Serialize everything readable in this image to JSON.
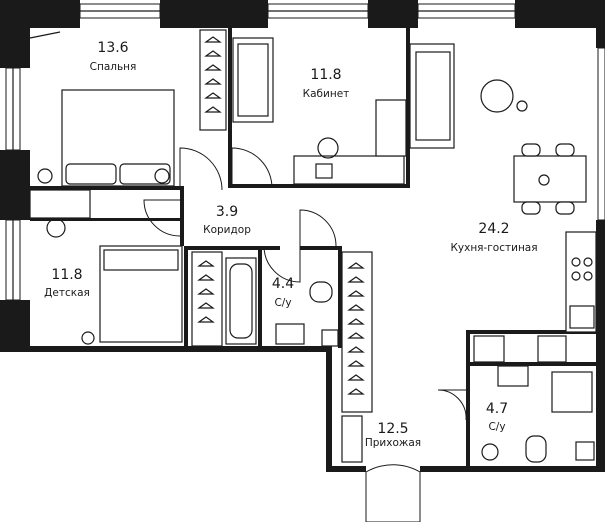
{
  "rooms": {
    "bedroom": {
      "area": "13.6",
      "name": "Спальня"
    },
    "study": {
      "area": "11.8",
      "name": "Кабинет"
    },
    "corridor": {
      "area": "3.9",
      "name": "Коридор"
    },
    "living": {
      "area": "24.2",
      "name": "Кухня-гостиная"
    },
    "kids": {
      "area": "11.8",
      "name": "Детская"
    },
    "bath1": {
      "area": "4.4",
      "name": "С/у"
    },
    "hall": {
      "area": "12.5",
      "name": "Прихожая"
    },
    "bath2": {
      "area": "4.7",
      "name": "С/у"
    }
  },
  "colors": {
    "wall": "#1a1a1a",
    "background": "#ffffff"
  }
}
